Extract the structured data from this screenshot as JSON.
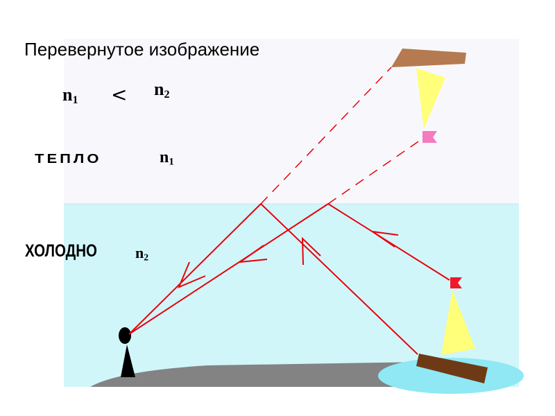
{
  "title": "Перевернутое изображение",
  "relation": {
    "n1_symbol": "n",
    "n1_sub": "1",
    "less_than": "<",
    "n2_symbol": "n",
    "n2_sub": "2"
  },
  "warm_layer": {
    "label": "ТЕПЛО",
    "n_symbol": "n",
    "n_sub": "1"
  },
  "cold_layer": {
    "label": "ХОЛОДНО",
    "n_symbol": "n",
    "n_sub": "2"
  },
  "colors": {
    "warm_air": "#f8f8fc",
    "cold_air": "#d0f6fa",
    "ground": "#838383",
    "water": "#8fe8f4",
    "ray": "#e8000a",
    "hull": "#6e3a16",
    "mirage_hull": "#b57a50",
    "sail": "#ffff7a",
    "flag": "#ee1a2a",
    "mirage_flag": "#f57ac0",
    "observer": "#000000"
  }
}
